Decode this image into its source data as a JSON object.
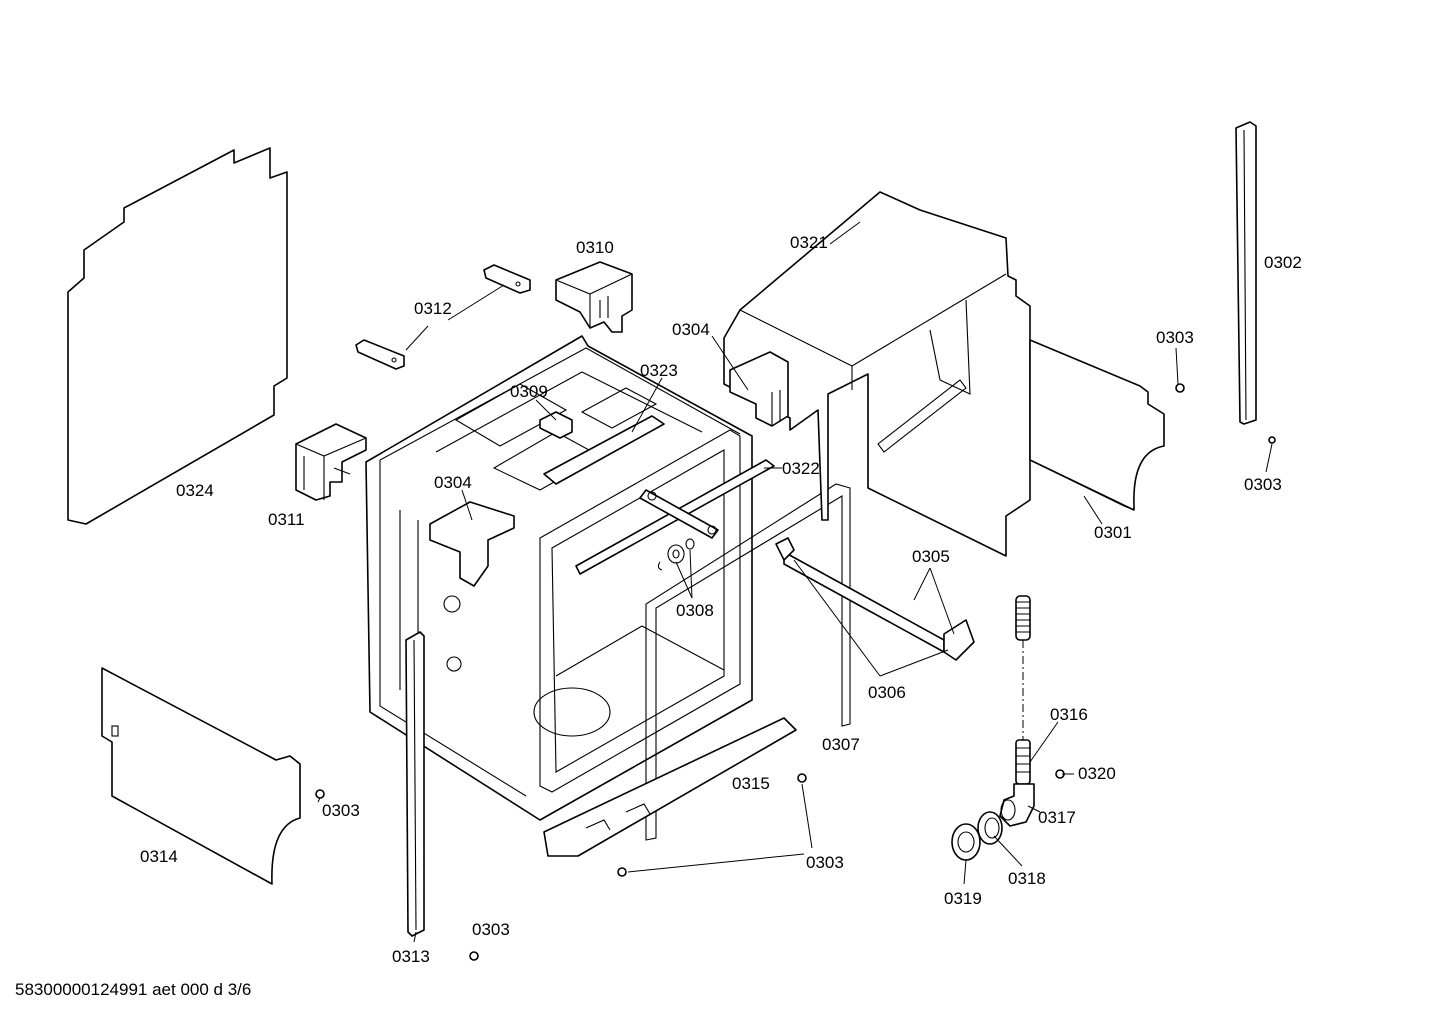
{
  "diagram": {
    "document_code": "58300000124991 aet 000 d 3/6",
    "parts": [
      {
        "id": "p0324",
        "number": "0324"
      },
      {
        "id": "p0312",
        "number": "0312"
      },
      {
        "id": "p0310",
        "number": "0310"
      },
      {
        "id": "p0311",
        "number": "0311"
      },
      {
        "id": "p0309",
        "number": "0309"
      },
      {
        "id": "p0323",
        "number": "0323"
      },
      {
        "id": "p0304a",
        "number": "0304"
      },
      {
        "id": "p0304b",
        "number": "0304"
      },
      {
        "id": "p0321",
        "number": "0321"
      },
      {
        "id": "p0322",
        "number": "0322"
      },
      {
        "id": "p0302",
        "number": "0302"
      },
      {
        "id": "p0303a",
        "number": "0303"
      },
      {
        "id": "p0303b",
        "number": "0303"
      },
      {
        "id": "p0301",
        "number": "0301"
      },
      {
        "id": "p0305",
        "number": "0305"
      },
      {
        "id": "p0308",
        "number": "0308"
      },
      {
        "id": "p0306",
        "number": "0306"
      },
      {
        "id": "p0307",
        "number": "0307"
      },
      {
        "id": "p0316",
        "number": "0316"
      },
      {
        "id": "p0320",
        "number": "0320"
      },
      {
        "id": "p0317",
        "number": "0317"
      },
      {
        "id": "p0318",
        "number": "0318"
      },
      {
        "id": "p0319",
        "number": "0319"
      },
      {
        "id": "p0315",
        "number": "0315"
      },
      {
        "id": "p0303c",
        "number": "0303"
      },
      {
        "id": "p0303d",
        "number": "0303"
      },
      {
        "id": "p0314",
        "number": "0314"
      },
      {
        "id": "p0313",
        "number": "0313"
      },
      {
        "id": "p0303e",
        "number": "0303"
      }
    ]
  }
}
